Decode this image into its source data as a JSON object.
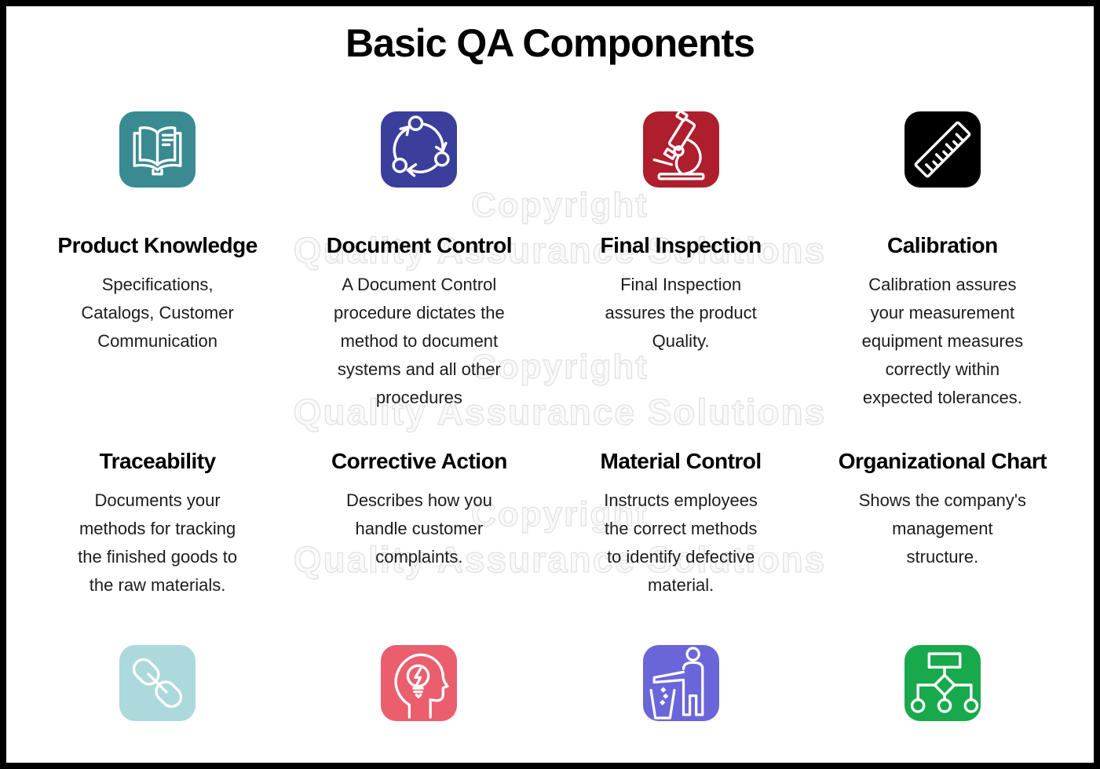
{
  "page": {
    "title": "Basic QA Components",
    "watermark": {
      "line1": "Copyright",
      "line2": "Quality Assurance Solutions"
    }
  },
  "components": [
    {
      "name": "Product Knowledge",
      "description": "Specifications,\nCatalogs, Customer\nCommunication",
      "icon": "open-book-icon",
      "icon_color": "#3A8A91",
      "icon_position": "top"
    },
    {
      "name": "Document Control",
      "description": "A Document Control\nprocedure dictates the\nmethod to document\nsystems and all other\nprocedures",
      "icon": "cycle-arrows-icon",
      "icon_color": "#3B3E9B",
      "icon_position": "top"
    },
    {
      "name": "Final Inspection",
      "description": "Final Inspection\nassures the product\nQuality.",
      "icon": "microscope-icon",
      "icon_color": "#AF1E2D",
      "icon_position": "top"
    },
    {
      "name": "Calibration",
      "description": "Calibration assures\nyour measurement\nequipment measures\ncorrectly within\nexpected tolerances.",
      "icon": "ruler-icon",
      "icon_color": "#000000",
      "icon_position": "top"
    },
    {
      "name": "Traceability",
      "description": "Documents your\nmethods for tracking\nthe finished goods to\nthe raw materials.",
      "icon": "chain-link-icon",
      "icon_color": "#ACD9DB",
      "icon_position": "bottom"
    },
    {
      "name": "Corrective Action",
      "description": "Describes how you\nhandle customer\ncomplaints.",
      "icon": "idea-head-icon",
      "icon_color": "#EA5E6E",
      "icon_position": "bottom"
    },
    {
      "name": "Material Control",
      "description": "Instructs employees\nthe correct methods\nto identify defective\nmaterial.",
      "icon": "litter-disposal-icon",
      "icon_color": "#6A66D9",
      "icon_position": "bottom"
    },
    {
      "name": "Organizational Chart",
      "description": "Shows the company's\nmanagement\nstructure.",
      "icon": "org-chart-icon",
      "icon_color": "#18A94C",
      "icon_position": "bottom"
    }
  ]
}
